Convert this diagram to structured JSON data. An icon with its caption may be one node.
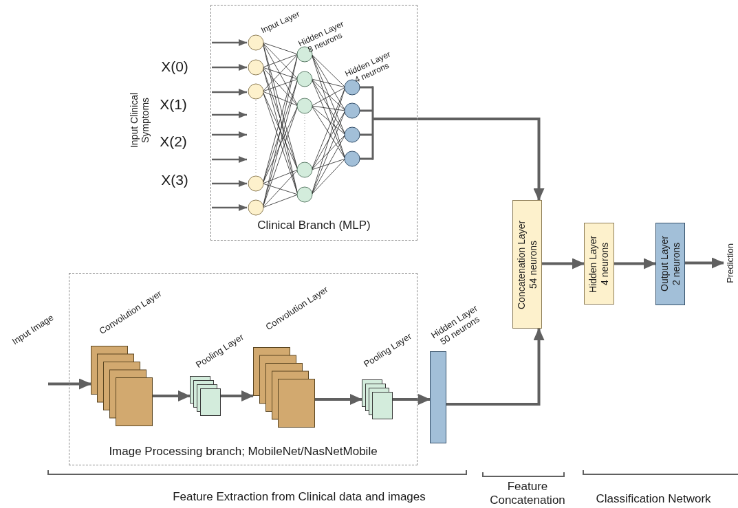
{
  "diagram": {
    "nodes": [
      {
        "text": [
          "Clinical Branch (MLP)"
        ]
      },
      {
        "text": [
          "Image Processing branch; MobileNet/NasNetMobile"
        ]
      },
      {
        "text": [
          "Convolution Layer"
        ],
        "in": 1
      },
      {
        "text": [
          "Pooling Layer"
        ],
        "in": 1
      },
      {
        "text": [
          "Convolution Layer"
        ],
        "in": 1
      },
      {
        "text": [
          "Pooling Layer"
        ],
        "in": 1
      },
      {
        "text": [
          "Hidden Layer 50 neurons"
        ]
      },
      {
        "text": [
          "Concatenation Layer 54 neurons"
        ]
      },
      {
        "text": [
          "Hidden Layer 4 neurons"
        ]
      },
      {
        "text": [
          "Output Layer 2 neurons"
        ]
      },
      {
        "text": [
          "Prediction"
        ]
      }
    ],
    "edges": [
      {
        "from": null,
        "to": 2,
        "arrow": "to"
      },
      {
        "from": 2,
        "to": 3,
        "arrow": "to"
      },
      {
        "from": 3,
        "to": 4,
        "arrow": "to"
      },
      {
        "from": 4,
        "to": 5,
        "arrow": "to"
      },
      {
        "from": 5,
        "to": 6,
        "arrow": "to"
      },
      {
        "from": 6,
        "to": 7,
        "arrow": "to"
      },
      {
        "from": 0,
        "to": 7,
        "arrow": "to"
      },
      {
        "from": 7,
        "to": 8,
        "arrow": "to"
      },
      {
        "from": 8,
        "to": 9,
        "arrow": "to"
      },
      {
        "from": 9,
        "to": 10,
        "arrow": "to"
      }
    ],
    "labels": [
      "Input Clinical Symptoms",
      "X(0)",
      "X(1)",
      "X(2)",
      "X(3)",
      "Input Layer",
      "Hidden Layer 8 neurons",
      "Hidden Layer 4 neurons",
      "Input Image",
      "Feature Extraction from Clinical data and images",
      "Feature Concatenation",
      "Classification Network"
    ]
  }
}
